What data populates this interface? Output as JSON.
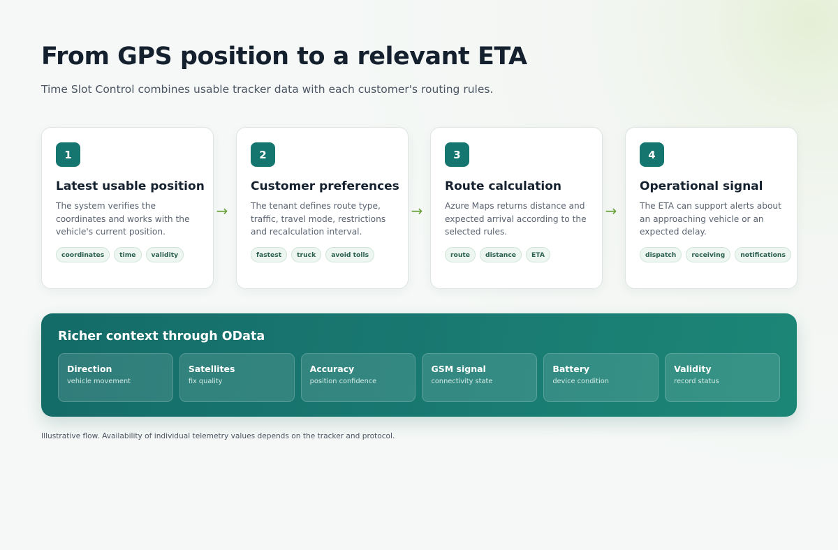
{
  "header": {
    "title": "From GPS position to a relevant ETA",
    "subtitle": "Time Slot Control combines usable tracker data with each customer's routing rules."
  },
  "steps": [
    {
      "number": "1",
      "title": "Latest usable position",
      "text": "The system verifies the coordinates and works with the vehicle's current position.",
      "tags": [
        "coordinates",
        "time",
        "validity"
      ]
    },
    {
      "number": "2",
      "title": "Customer preferences",
      "text": "The tenant defines route type, traffic, travel mode, restrictions and recalculation interval.",
      "tags": [
        "fastest",
        "truck",
        "avoid tolls"
      ]
    },
    {
      "number": "3",
      "title": "Route calculation",
      "text": "Azure Maps returns distance and expected arrival according to the selected rules.",
      "tags": [
        "route",
        "distance",
        "ETA"
      ]
    },
    {
      "number": "4",
      "title": "Operational signal",
      "text": "The ETA can support alerts about an approaching vehicle or an expected delay.",
      "tags": [
        "dispatch",
        "receiving",
        "notifications"
      ]
    }
  ],
  "arrow_glyph": "→",
  "odata": {
    "title": "Richer context through OData",
    "attributes": [
      {
        "name": "Direction",
        "desc": "vehicle movement"
      },
      {
        "name": "Satellites",
        "desc": "fix quality"
      },
      {
        "name": "Accuracy",
        "desc": "position confidence"
      },
      {
        "name": "GSM signal",
        "desc": "connectivity state"
      },
      {
        "name": "Battery",
        "desc": "device condition"
      },
      {
        "name": "Validity",
        "desc": "record status"
      }
    ]
  },
  "footnote": "Illustrative flow. Availability of individual telemetry values depends on the tracker and protocol.",
  "colors": {
    "accent": "#15756f",
    "arrow": "#6aa23a",
    "title": "#15202e"
  }
}
